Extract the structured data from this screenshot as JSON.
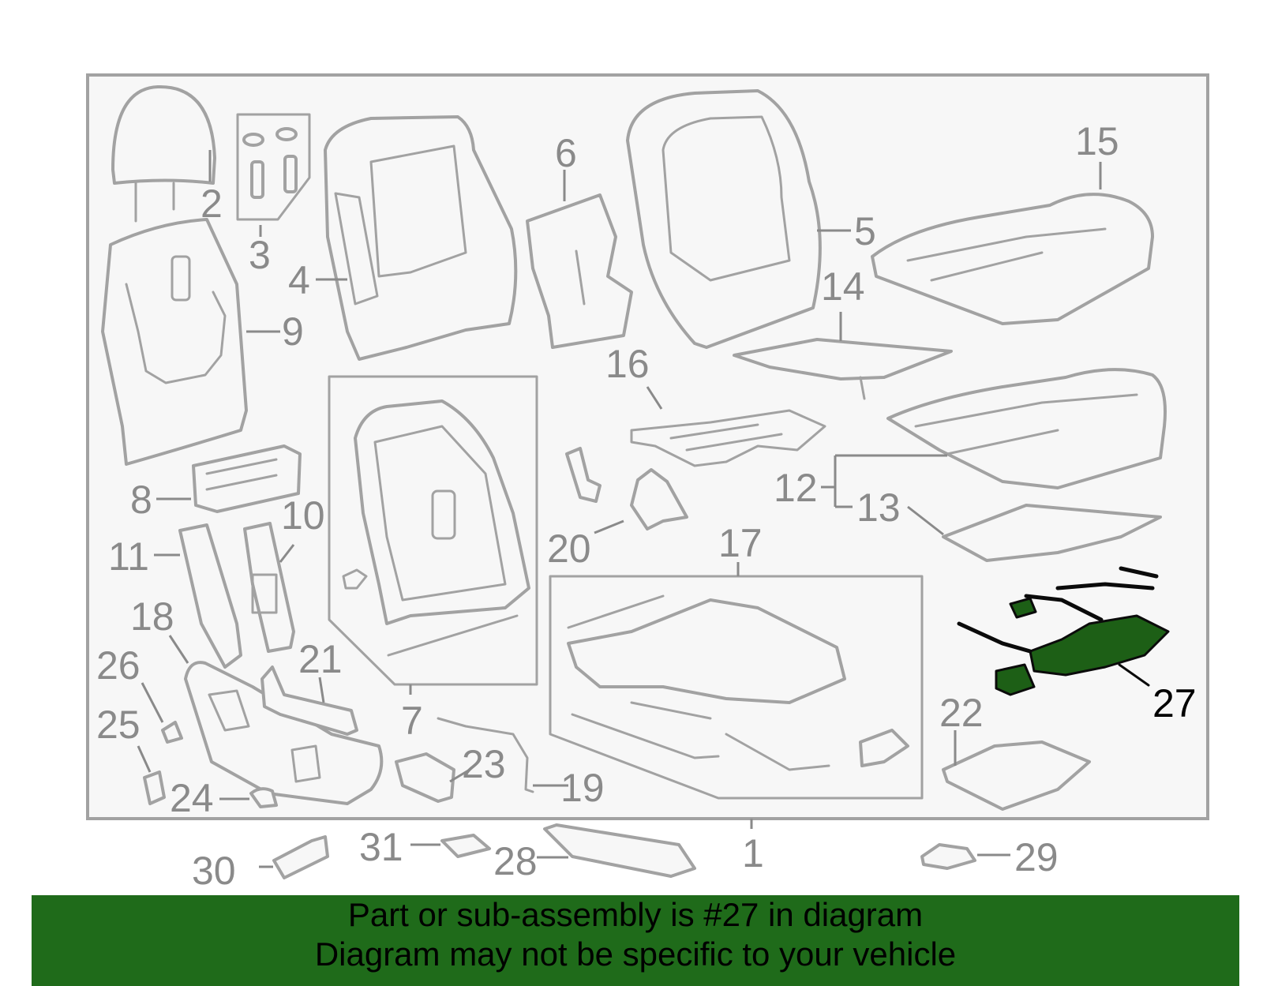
{
  "colors": {
    "frame_border": "#a2a2a2",
    "frame_fill": "#f7f7f7",
    "label_gray": "#8a8a8a",
    "highlight_part": "#1d5f16",
    "banner_background": "#1f6b1a",
    "banner_text": "#000000"
  },
  "callouts": [
    {
      "id": "1",
      "text": "1"
    },
    {
      "id": "2",
      "text": "2"
    },
    {
      "id": "3",
      "text": "3"
    },
    {
      "id": "4",
      "text": "4"
    },
    {
      "id": "5",
      "text": "5"
    },
    {
      "id": "6",
      "text": "6"
    },
    {
      "id": "7",
      "text": "7"
    },
    {
      "id": "8",
      "text": "8"
    },
    {
      "id": "9",
      "text": "9"
    },
    {
      "id": "10",
      "text": "10"
    },
    {
      "id": "11",
      "text": "11"
    },
    {
      "id": "12",
      "text": "12"
    },
    {
      "id": "13",
      "text": "13"
    },
    {
      "id": "14",
      "text": "14"
    },
    {
      "id": "15",
      "text": "15"
    },
    {
      "id": "16",
      "text": "16"
    },
    {
      "id": "17",
      "text": "17"
    },
    {
      "id": "18",
      "text": "18"
    },
    {
      "id": "19",
      "text": "19"
    },
    {
      "id": "20",
      "text": "20"
    },
    {
      "id": "21",
      "text": "21"
    },
    {
      "id": "22",
      "text": "22"
    },
    {
      "id": "23",
      "text": "23"
    },
    {
      "id": "24",
      "text": "24"
    },
    {
      "id": "25",
      "text": "25"
    },
    {
      "id": "26",
      "text": "26"
    },
    {
      "id": "27",
      "text": "27"
    },
    {
      "id": "28",
      "text": "28"
    },
    {
      "id": "29",
      "text": "29"
    },
    {
      "id": "30",
      "text": "30"
    },
    {
      "id": "31",
      "text": "31"
    }
  ],
  "highlighted_callout": "27",
  "banner": {
    "line1": "Part or sub-assembly is #27 in diagram",
    "line2": "Diagram may not be specific to your vehicle"
  }
}
